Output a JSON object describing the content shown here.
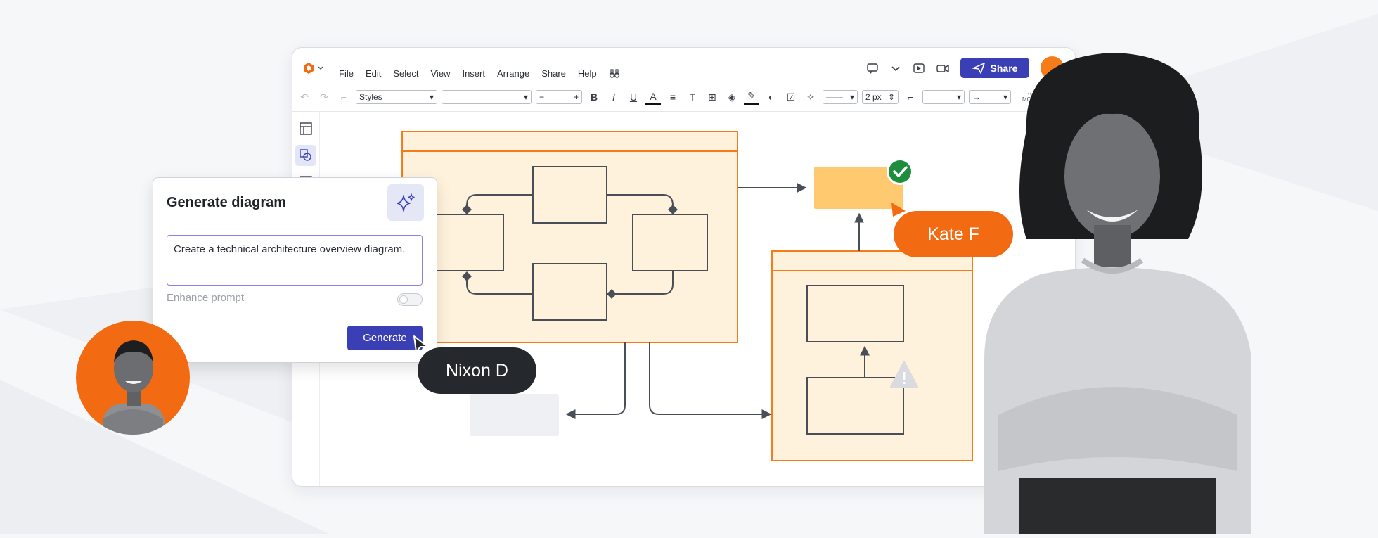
{
  "menu": {
    "items": [
      "File",
      "Edit",
      "Select",
      "View",
      "Insert",
      "Arrange",
      "Share",
      "Help"
    ]
  },
  "header": {
    "share_label": "Share"
  },
  "toolbar": {
    "styles_label": "Styles",
    "line_width": "2 px",
    "more_label": "MORE"
  },
  "dialog": {
    "title": "Generate diagram",
    "prompt_value": "Create a technical architecture overview diagram.",
    "enhance_label": "Enhance prompt",
    "generate_label": "Generate"
  },
  "collaborators": {
    "nixon": "Nixon D",
    "kate": "Kate F"
  },
  "colors": {
    "accent": "#3b3fb6",
    "orange": "#f26b12",
    "container_fill": "#fff2dc",
    "container_stroke": "#f57c19",
    "highlight_fill": "#fec96f",
    "check_green": "#1e8e3e"
  }
}
